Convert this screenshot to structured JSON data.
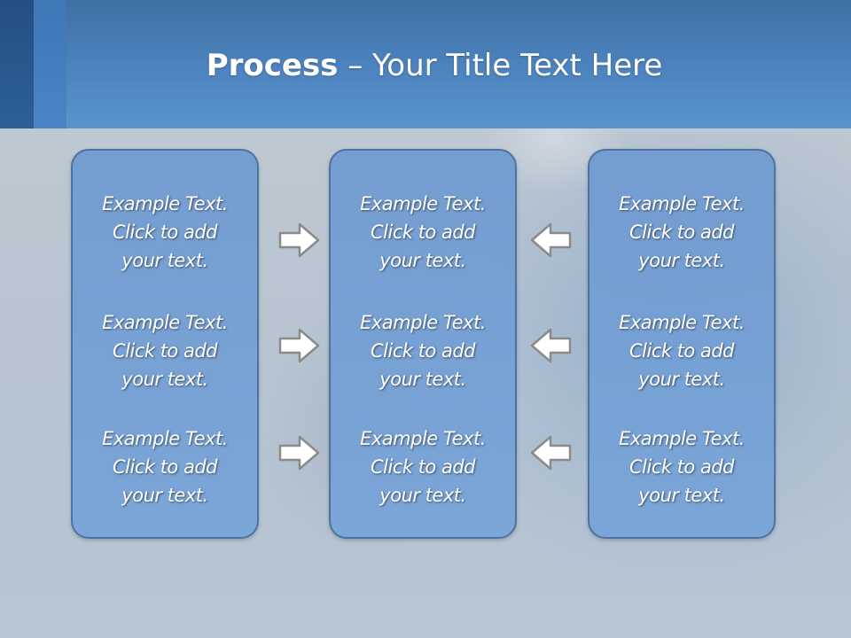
{
  "slide": {
    "title_bold": "Process",
    "title_rest": " – Your Title Text Here"
  },
  "columns": [
    {
      "blocks": [
        {
          "lines": [
            "Example Text.",
            "Click  to add",
            "your text."
          ]
        },
        {
          "lines": [
            "Example Text.",
            "Click  to add",
            "your text."
          ]
        },
        {
          "lines": [
            "Example Text.",
            "Click  to add",
            "your text."
          ]
        }
      ]
    },
    {
      "blocks": [
        {
          "lines": [
            "Example Text.",
            "Click  to add",
            "your text."
          ]
        },
        {
          "lines": [
            "Example Text.",
            "Click  to add",
            "your text."
          ]
        },
        {
          "lines": [
            "Example Text.",
            "Click  to add",
            "your text."
          ]
        }
      ]
    },
    {
      "blocks": [
        {
          "lines": [
            "Example Text.",
            "Click  to add",
            "your text."
          ]
        },
        {
          "lines": [
            "Example Text.",
            "Click  to add",
            "your text."
          ]
        },
        {
          "lines": [
            "Example Text.",
            "Click  to add",
            "your text."
          ]
        }
      ]
    }
  ],
  "arrows": {
    "left_group": "right",
    "right_group": "left"
  },
  "colors": {
    "header": "#4d84bf",
    "box_fill": "#709bd0",
    "box_border": "#4f73a0",
    "arrow_fill": "#ffffff",
    "arrow_stroke": "#8a8a8a"
  }
}
